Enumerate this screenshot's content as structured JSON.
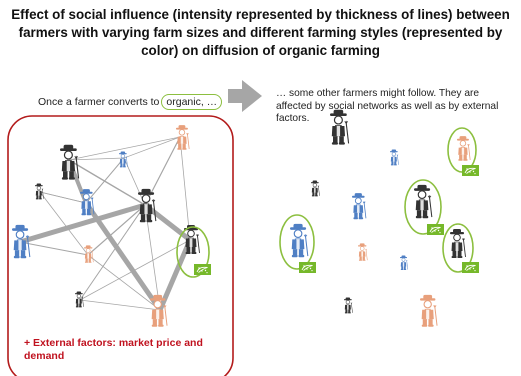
{
  "title": {
    "line1": "Effect of social influence (intensity represented by thickness of lines) between",
    "line2": "farmers with varying farm sizes and different farming styles (represented by",
    "line3": "color) on diffusion of organic farming"
  },
  "left_caption": {
    "text": "Once a farmer converts to",
    "highlight": "organic, …"
  },
  "right_caption": "… some other farmers might follow. They are affected by social networks as well as by external factors.",
  "external_factors": "+ External factors: market price and demand",
  "badge_icon": "organic-leaf-icon",
  "colors": {
    "frame_red": "#b31b1b",
    "organic_green": "#8cbf3f",
    "badge_green": "#76b82a",
    "arrow_gray": "#a6a6a6",
    "farmer_dark": "#333333",
    "farmer_blue": "#4f7fc4",
    "farmer_orange": "#e8a07c"
  }
}
